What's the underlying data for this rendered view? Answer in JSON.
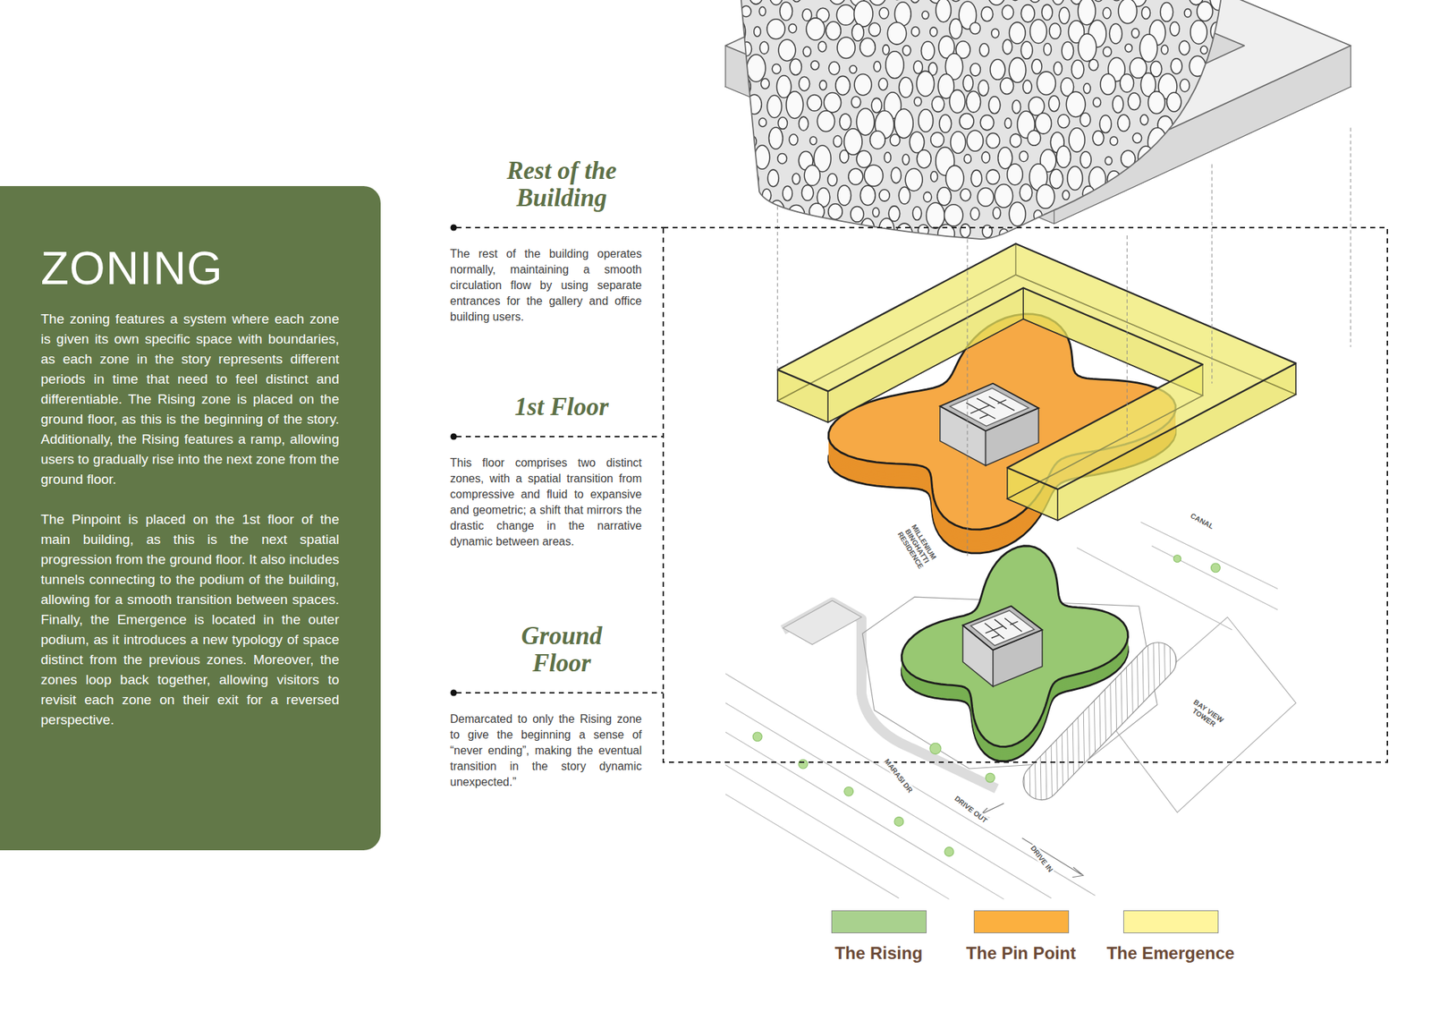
{
  "diagram": {
    "nodes": [
      {
        "text": [
          "ZONING",
          "The zoning features a system where each zone is given its own specific space with boundaries, as each zone in the story represents different periods in time that need to feel distinct and differentiable. The Rising zone is placed on the ground floor, as this is the beginning of the story. Additionally, the Rising features a ramp, allowing users to gradually rise into the next zone from the ground floor.",
          "The Pinpoint is placed on the 1st floor of the main building, as this is the next spatial progression from the ground floor. It also includes tunnels connecting to the podium of the building, allowing for a smooth transition between spaces. Finally, the Emergence is located in the outer podium, as it introduces a new typology of space distinct from the previous zones. Moreover, the zones loop back together, allowing visitors to revisit each zone on their exit for a reversed perspective."
        ]
      }
    ],
    "labels": [
      "Rest of the Building",
      "The rest of the building operates normally, maintaining a smooth circulation flow by using separate entrances for the gallery and office building users.",
      "1st Floor",
      "This floor comprises two distinct zones, with a spatial transition from compressive and fluid to expansive and geometric; a shift that mirrors the drastic change in the narrative dynamic between areas.",
      "Ground Floor",
      "Demarcated to only the Rising zone to give the beginning a sense of “never ending”, making the eventual transition in the story dynamic unexpected.”",
      "MILLENIUM BINGHATTI RESIDENCE",
      "CANAL",
      "BAY VIEW TOWER",
      "MARASI DR",
      "DRIVE OUT",
      "DRIVE IN"
    ],
    "legend": [
      {
        "text": "The Rising",
        "color": "#a9d18e"
      },
      {
        "text": "The Pin Point",
        "color": "#fbb040"
      },
      {
        "text": "The Emergence",
        "color": "#fff59d"
      }
    ]
  }
}
